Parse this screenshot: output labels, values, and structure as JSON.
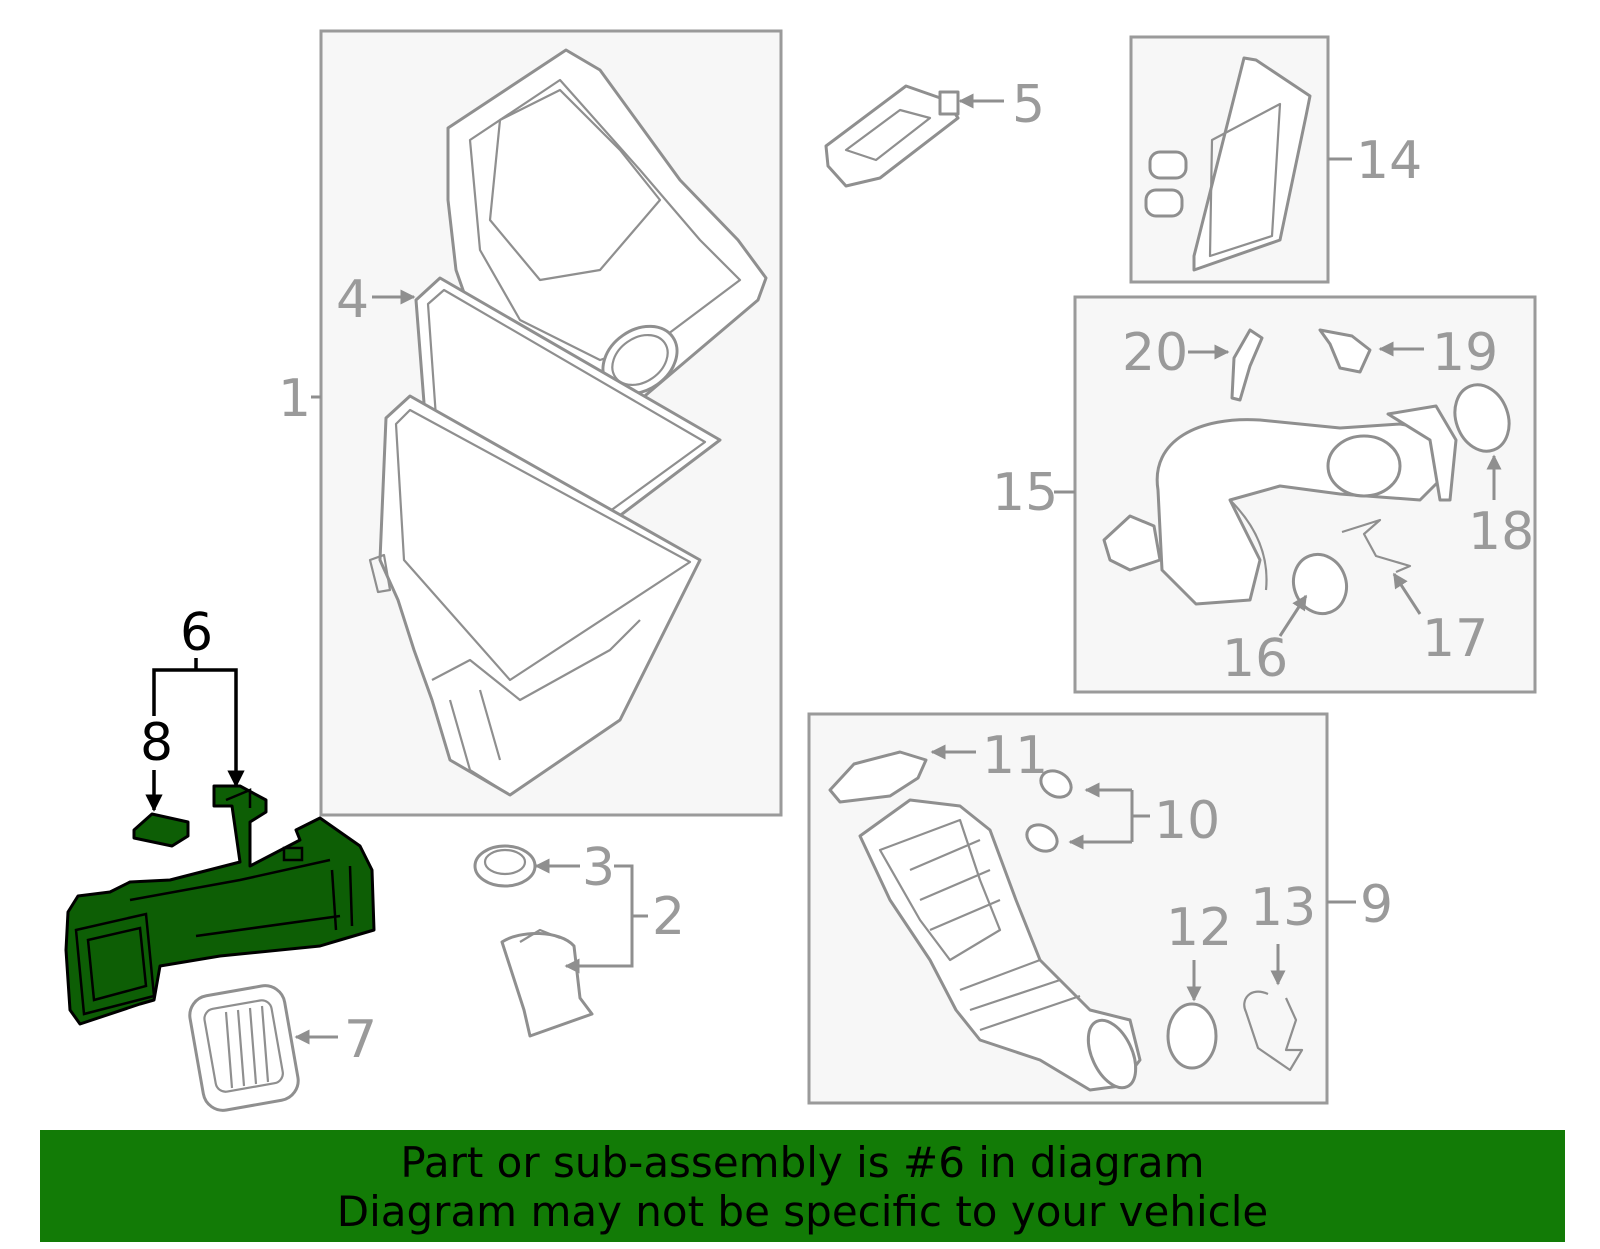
{
  "callouts": {
    "c1": "1",
    "c2": "2",
    "c3": "3",
    "c4": "4",
    "c5": "5",
    "c6": "6",
    "c7": "7",
    "c8": "8",
    "c9": "9",
    "c10": "10",
    "c11": "11",
    "c12": "12",
    "c13": "13",
    "c14": "14",
    "c15": "15",
    "c16": "16",
    "c17": "17",
    "c18": "18",
    "c19": "19",
    "c20": "20"
  },
  "banner": {
    "line1": "Part or sub-assembly is #6 in diagram",
    "line2": "Diagram may not be specific to your vehicle"
  },
  "colors": {
    "highlight_part": "#0d5e05",
    "banner_background": "#127b06",
    "line_art": "#8f8f8f"
  }
}
